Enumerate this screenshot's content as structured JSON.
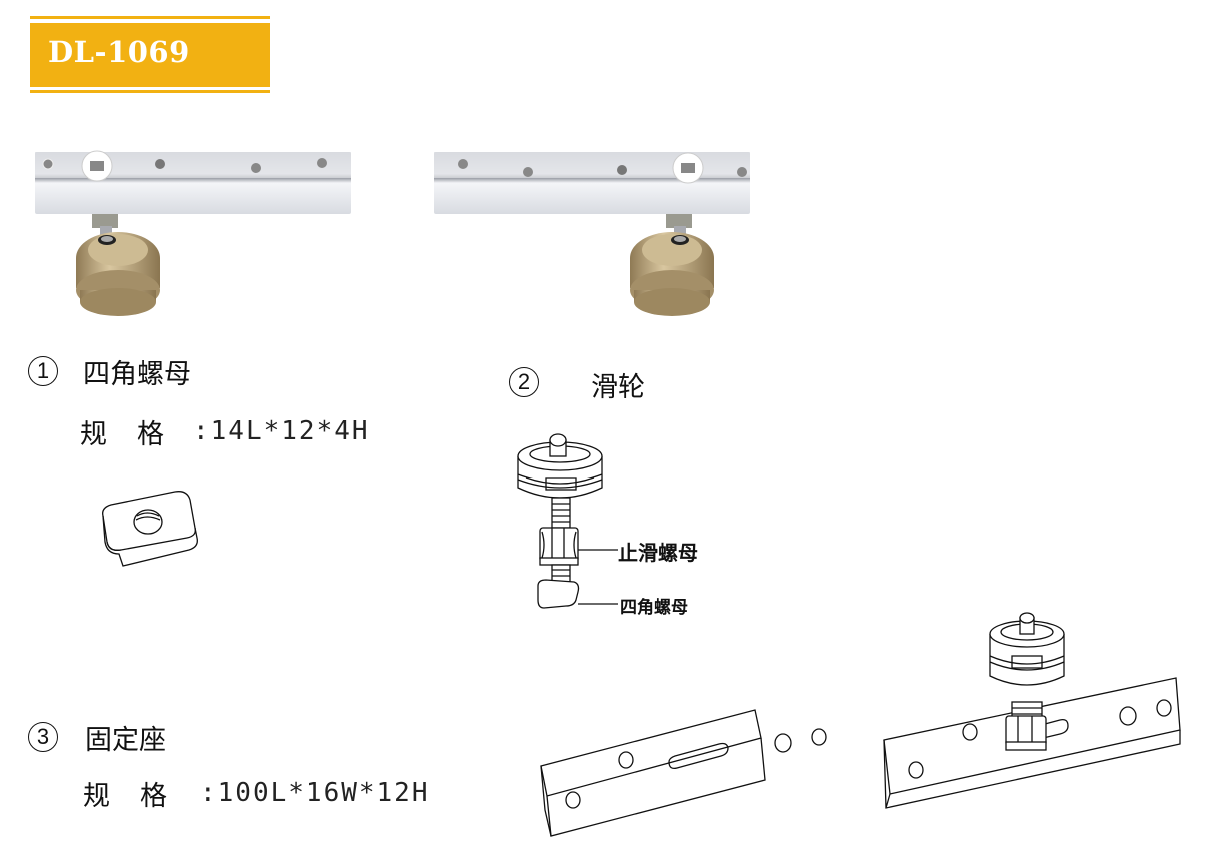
{
  "header": {
    "model_code": "DL-1069",
    "accent_color": "#f2b112"
  },
  "photos": {
    "left": {
      "description": "chrome bar with brass pulley wheel, wheel on left"
    },
    "right": {
      "description": "chrome bar with brass pulley wheel, wheel on right"
    }
  },
  "parts": [
    {
      "number": "1",
      "name": "四角螺母",
      "spec_label": "规格",
      "spec_value": ":14L*12*4H"
    },
    {
      "number": "2",
      "name": "滑轮",
      "callouts": [
        "止滑螺母",
        "四角螺母"
      ]
    },
    {
      "number": "3",
      "name": "固定座",
      "spec_label": "规格",
      "spec_value": ":100L*16W*12H"
    }
  ]
}
